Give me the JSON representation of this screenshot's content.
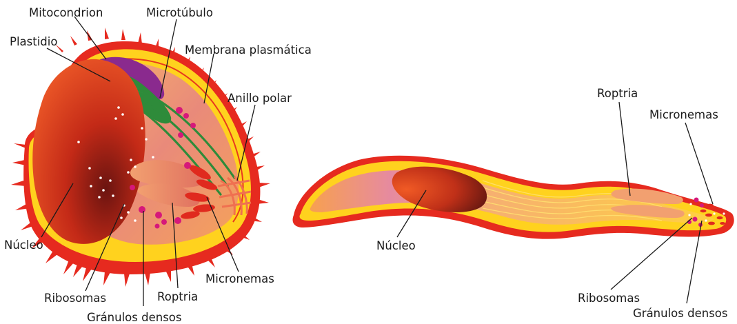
{
  "labels": {
    "mitocondrion": "Mitocondrion",
    "microtubulo": "Microtúbulo",
    "plastidio": "Plastidio",
    "membrana": "Membrana plasmática",
    "anillo": "Anillo polar",
    "nucleo_left": "Núcleo",
    "ribosomas_left": "Ribosomas",
    "granulos_left": "Gránulos densos",
    "roptria_left": "Roptria",
    "micronemas_left": "Micronemas",
    "roptria_right": "Roptria",
    "micronemas_right": "Micronemas",
    "nucleo_right": "Núcleo",
    "ribosomas_right": "Ribosomas",
    "granulos_right": "Gránulos densos"
  },
  "colors": {
    "coat_red": "#e62a1f",
    "membrane_yellow": "#ffd21e",
    "cytoplasm_peach": "#f3a25c",
    "nucleus_red": "#d9321a",
    "plastid_green": "#2e8b3a",
    "mitochondrion_purple": "#8a2a8e",
    "granule_magenta": "#d6187a",
    "ring_salmon": "#f07050"
  }
}
